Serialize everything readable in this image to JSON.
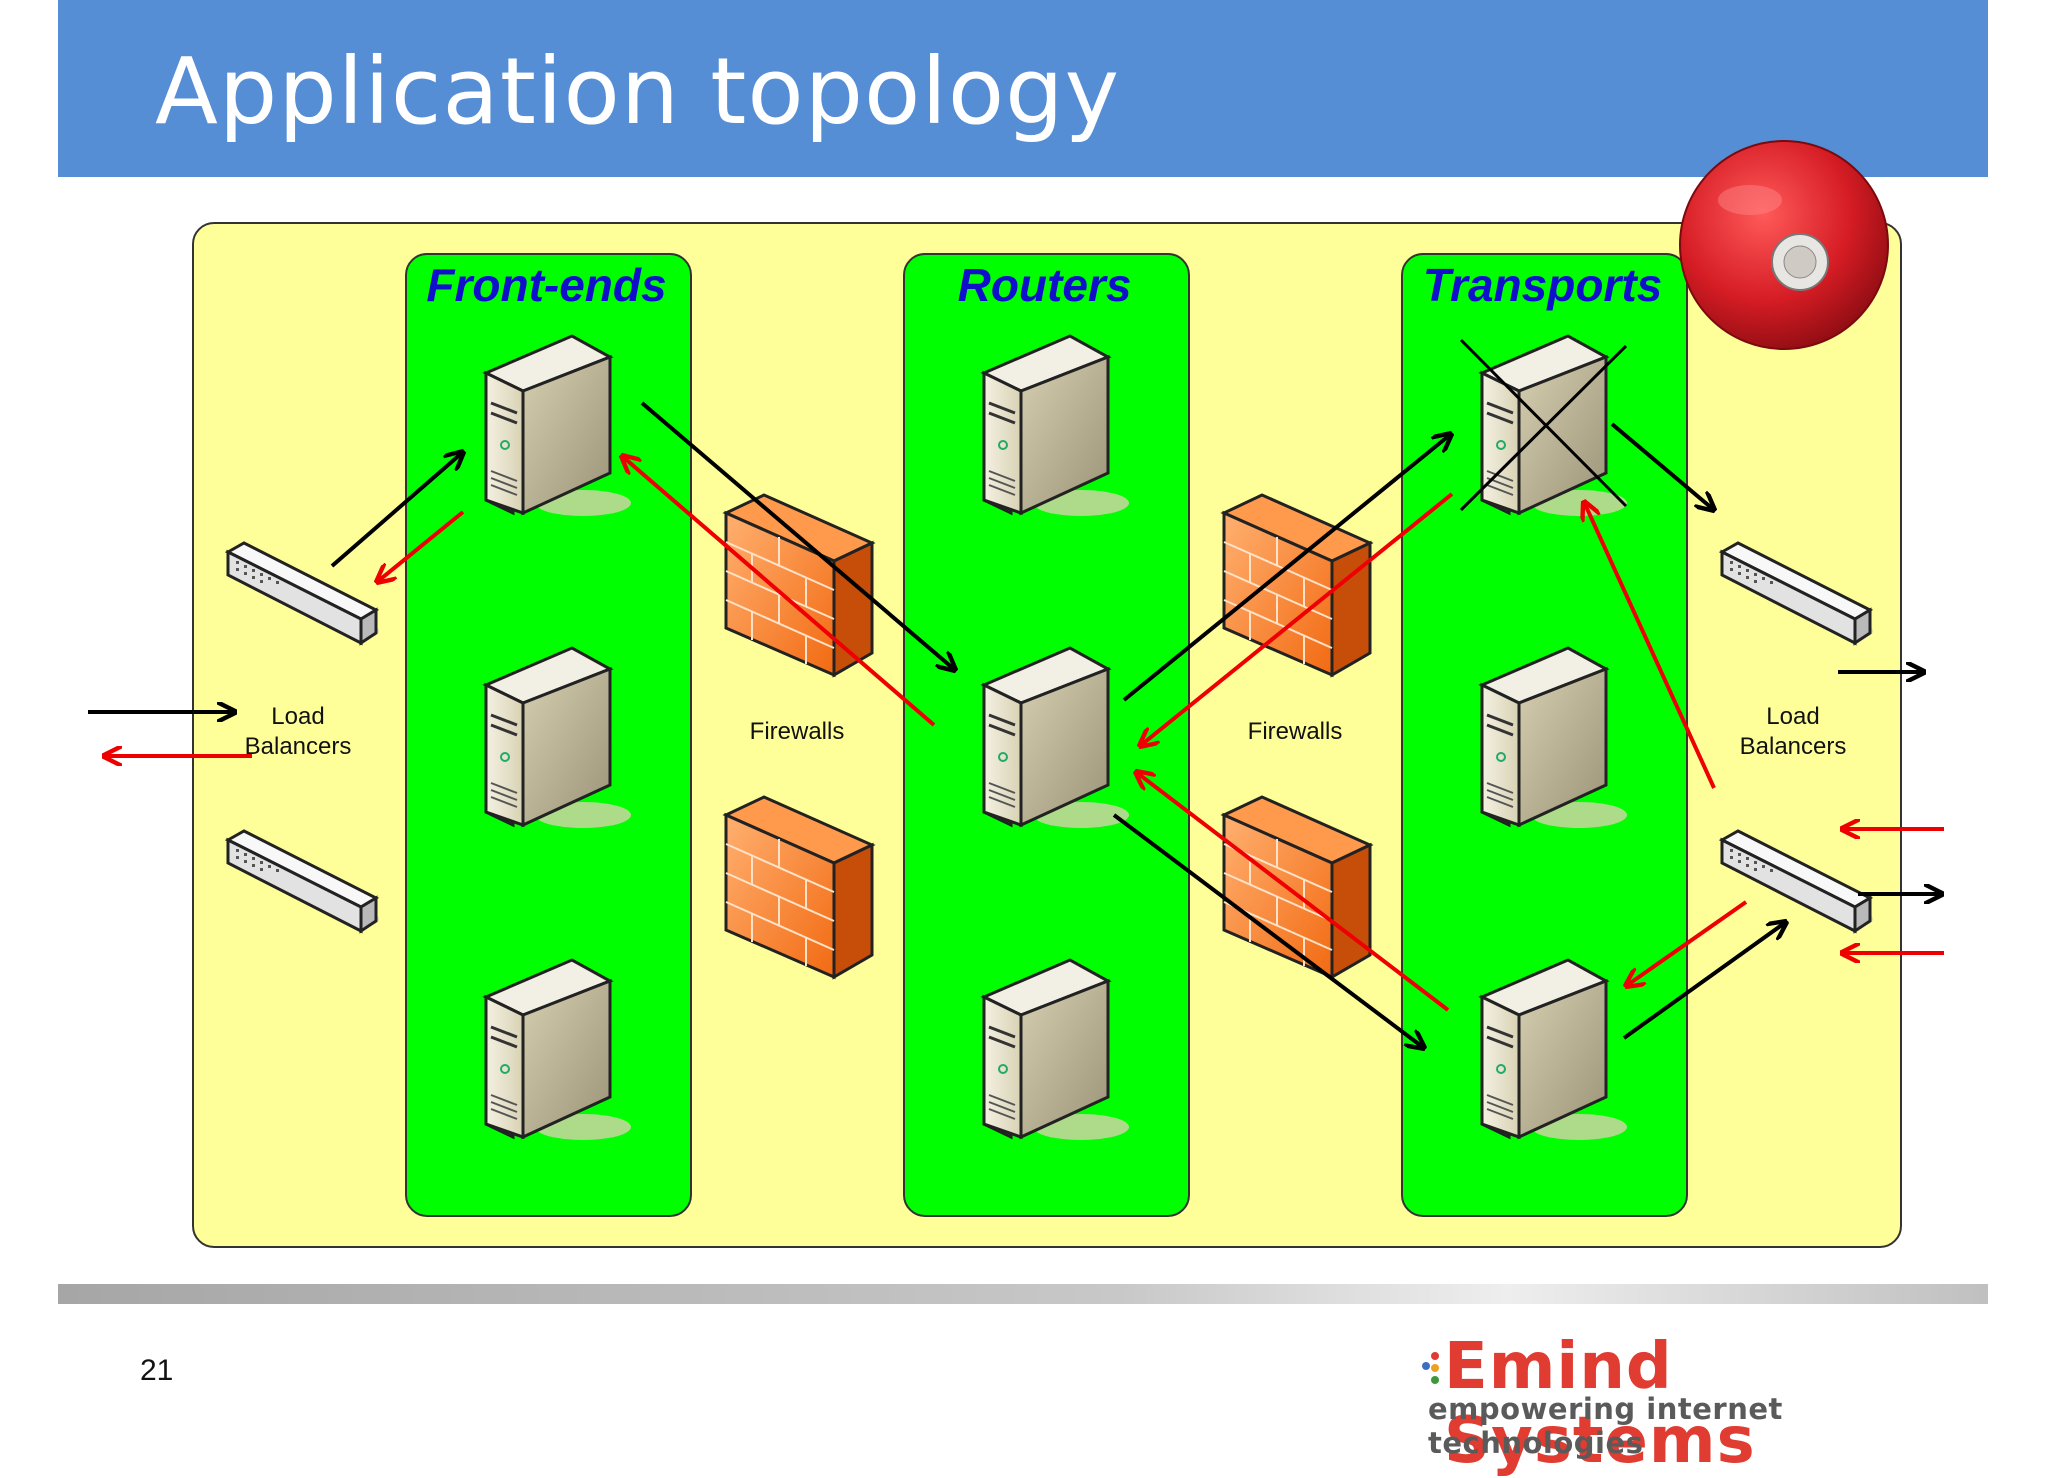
{
  "slide": {
    "title": "Application topology",
    "page_number": "21"
  },
  "columns": [
    {
      "title": "Front-ends"
    },
    {
      "title": "Routers"
    },
    {
      "title": "Transports"
    }
  ],
  "labels": {
    "left_lb_1": "Load",
    "left_lb_2": "Balancers",
    "firewalls_1": "Firewalls",
    "firewalls_2": "Firewalls",
    "right_lb_1": "Load",
    "right_lb_2": "Balancers"
  },
  "logo": {
    "name": "Emind Systems",
    "tagline": "empowering internet technologies"
  },
  "colors": {
    "title_bar": "#558ed5",
    "panel": "#ffff99",
    "column": "#00ff00",
    "column_title": "#1010cc",
    "request_arrow": "#000000",
    "response_arrow": "#ee0000",
    "alarm_bell": "#d51c24"
  },
  "icons": [
    "server-icon",
    "firewall-icon",
    "load-balancer-icon",
    "alarm-bell-icon",
    "failed-cross-icon"
  ]
}
